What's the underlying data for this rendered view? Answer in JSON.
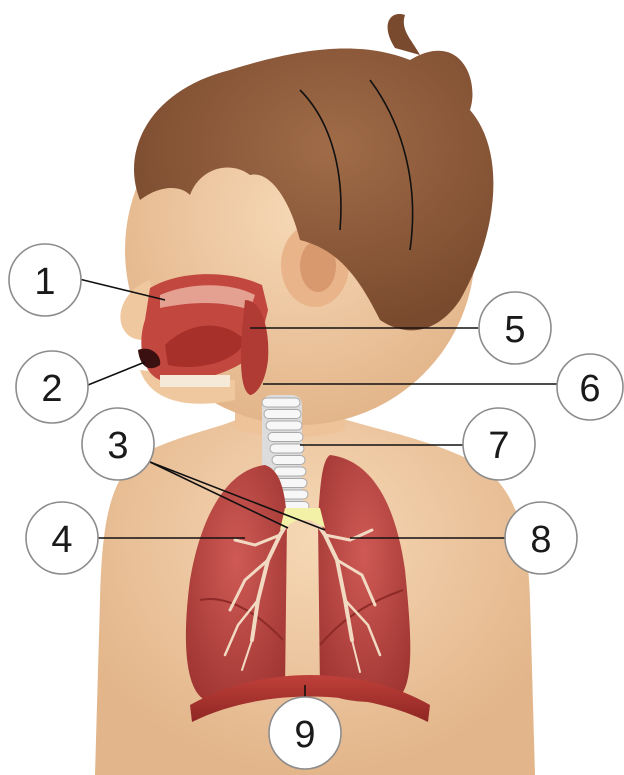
{
  "labels": [
    {
      "id": "1",
      "text": "1"
    },
    {
      "id": "2",
      "text": "2"
    },
    {
      "id": "3",
      "text": "3"
    },
    {
      "id": "4",
      "text": "4"
    },
    {
      "id": "5",
      "text": "5"
    },
    {
      "id": "6",
      "text": "6"
    },
    {
      "id": "7",
      "text": "7"
    },
    {
      "id": "8",
      "text": "8"
    },
    {
      "id": "9",
      "text": "9"
    }
  ],
  "colors": {
    "hair": "#8a5a3c",
    "skin": "#f2cfa8",
    "lung": "#b8423f",
    "airway": "#c9564e",
    "trachea": "#e8e8e8",
    "diaphragm": "#a8302b",
    "label_border": "#8c8c8c"
  }
}
